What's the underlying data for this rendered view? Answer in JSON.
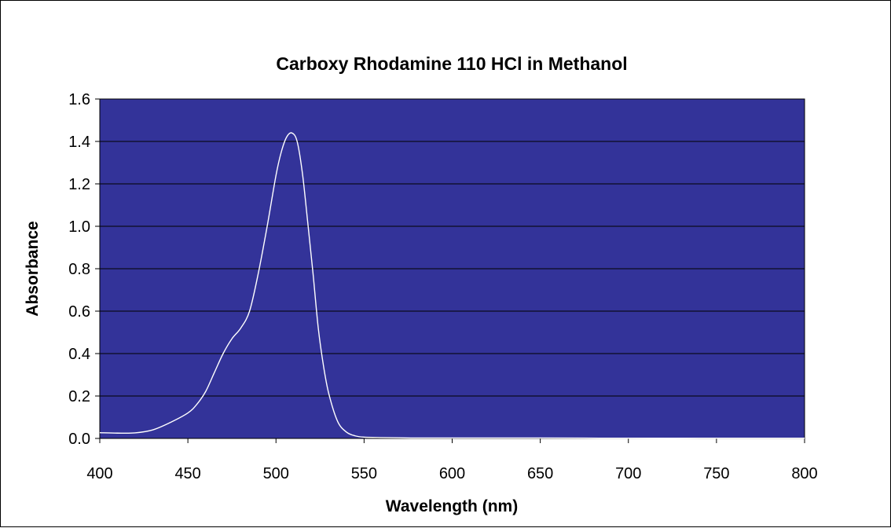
{
  "chart_data": {
    "type": "line",
    "title": "Carboxy Rhodamine 110 HCl in Methanol",
    "xlabel": "Wavelength (nm)",
    "ylabel": "Absorbance",
    "xlim": [
      400,
      800
    ],
    "ylim": [
      0,
      1.6
    ],
    "x_ticks": [
      "400",
      "450",
      "500",
      "550",
      "600",
      "650",
      "700",
      "750",
      "800"
    ],
    "y_ticks": [
      "0.0",
      "0.2",
      "0.4",
      "0.6",
      "0.8",
      "1.0",
      "1.2",
      "1.4",
      "1.6"
    ],
    "grid": "horizontal",
    "legend": "none",
    "colors": {
      "plot_background": "#333399",
      "line": "#ffffff",
      "gridline": "#000000"
    },
    "series": [
      {
        "x": [
          400,
          410,
          420,
          430,
          440,
          450,
          455,
          460,
          465,
          470,
          475,
          480,
          485,
          490,
          495,
          500,
          503,
          506,
          509,
          512,
          515,
          518,
          521,
          524,
          527,
          530,
          535,
          540,
          545,
          550,
          560,
          570,
          580,
          600,
          650,
          700,
          750,
          800
        ],
        "y": [
          0.027,
          0.025,
          0.026,
          0.04,
          0.075,
          0.12,
          0.16,
          0.22,
          0.31,
          0.4,
          0.47,
          0.52,
          0.6,
          0.78,
          1.0,
          1.24,
          1.35,
          1.42,
          1.44,
          1.4,
          1.25,
          1.02,
          0.78,
          0.52,
          0.34,
          0.21,
          0.08,
          0.03,
          0.012,
          0.006,
          0.004,
          0.003,
          0.002,
          0.002,
          0.002,
          0.001,
          0.001,
          0.001
        ]
      }
    ]
  }
}
